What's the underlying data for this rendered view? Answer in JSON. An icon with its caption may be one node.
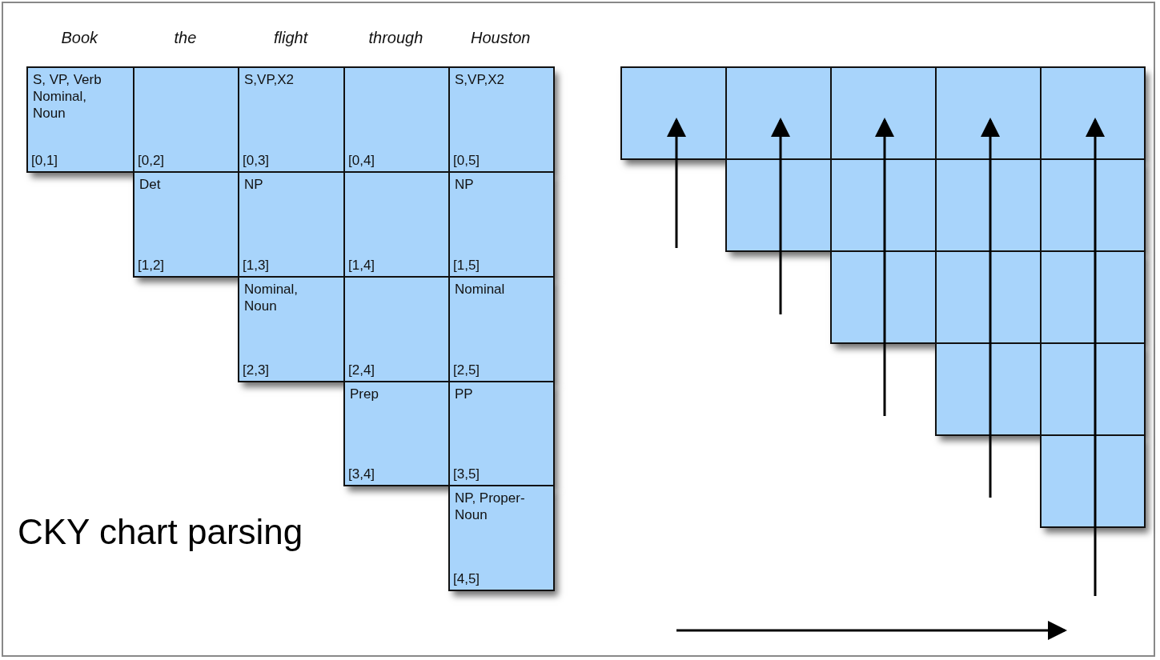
{
  "diagram": {
    "title": "CKY chart parsing",
    "nodes": [
      {
        "text": [
          "S, VP, Verb Nominal, Noun",
          "[0,1]"
        ]
      },
      {
        "text": [
          "[0,2]"
        ]
      },
      {
        "text": [
          "S,VP,X2",
          "[0,3]"
        ]
      },
      {
        "text": [
          "[0,4]"
        ]
      },
      {
        "text": [
          "S,VP,X2",
          "[0,5]"
        ]
      },
      {
        "text": [
          "Det",
          "[1,2]"
        ]
      },
      {
        "text": [
          "NP",
          "[1,3]"
        ]
      },
      {
        "text": [
          "[1,4]"
        ]
      },
      {
        "text": [
          "NP",
          "[1,5]"
        ]
      },
      {
        "text": [
          "Nominal, Noun",
          "[2,3]"
        ]
      },
      {
        "text": [
          "[2,4]"
        ]
      },
      {
        "text": [
          "Nominal",
          "[2,5]"
        ]
      },
      {
        "text": [
          "Prep",
          "[3,4]"
        ]
      },
      {
        "text": [
          "PP",
          "[3,5]"
        ]
      },
      {
        "text": [
          "NP, Proper- Noun",
          "[4,5]"
        ]
      },
      {
        "text": [],
        "shape": "box"
      },
      {
        "text": [],
        "shape": "box"
      },
      {
        "text": [],
        "shape": "box"
      },
      {
        "text": [],
        "shape": "box"
      },
      {
        "text": [],
        "shape": "box"
      },
      {
        "text": [],
        "shape": "box"
      },
      {
        "text": [],
        "shape": "box"
      },
      {
        "text": [],
        "shape": "box"
      },
      {
        "text": [],
        "shape": "box"
      },
      {
        "text": [],
        "shape": "box"
      },
      {
        "text": [],
        "shape": "box"
      },
      {
        "text": [],
        "shape": "box"
      },
      {
        "text": [],
        "shape": "box"
      },
      {
        "text": [],
        "shape": "box"
      },
      {
        "text": [],
        "shape": "box"
      }
    ],
    "edges": [],
    "labels": [
      "Book",
      "the",
      "flight",
      "through",
      "Houston"
    ]
  }
}
